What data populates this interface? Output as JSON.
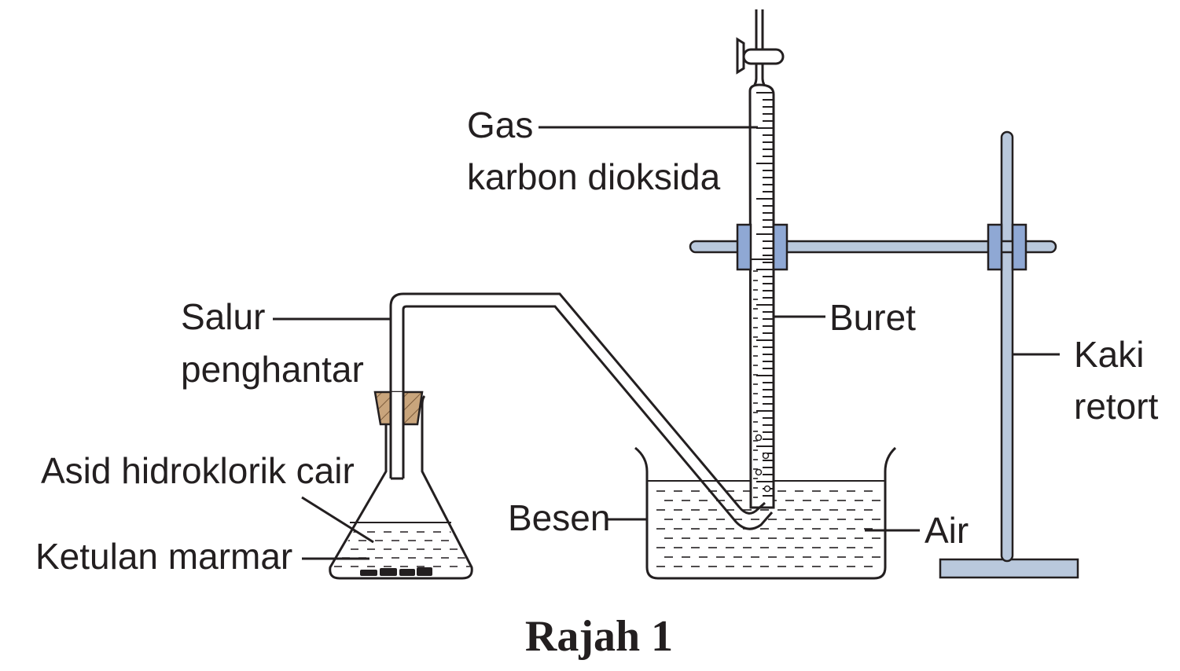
{
  "labels": {
    "gas_line1": "Gas",
    "gas_line2": "karbon dioksida",
    "salur_line1": "Salur",
    "salur_line2": "penghantar",
    "asid": "Asid hidroklorik cair",
    "ketulan": "Ketulan marmar",
    "besen": "Besen",
    "buret": "Buret",
    "air": "Air",
    "kaki_line1": "Kaki",
    "kaki_line2": "retort"
  },
  "caption": "Rajah 1",
  "colors": {
    "ink": "#231f20",
    "clamp": "#8fa8d4",
    "stand_rod": "#b9c8dc",
    "stopper": "#c9a57c"
  }
}
